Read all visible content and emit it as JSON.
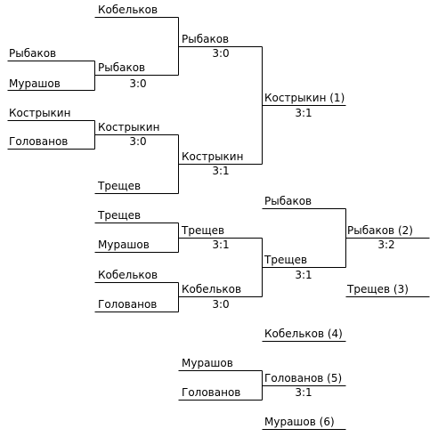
{
  "first_round": [
    {
      "player1": "Рыбаков",
      "player2": "Мурашов",
      "winner": "Рыбаков",
      "score": "3:0"
    },
    {
      "player1": "Кострыкин",
      "player2": "Голованов",
      "winner": "Кострыкин",
      "score": "3:0"
    }
  ],
  "semifinals": [
    {
      "player1": "Кобельков",
      "player2": "Рыбаков",
      "winner": "Рыбаков",
      "score": "3:0"
    },
    {
      "player1": "Кострыкин",
      "player2": "Трещев",
      "winner": "Кострыкин",
      "score": "3:1"
    }
  ],
  "final": {
    "player1": "Рыбаков",
    "player2": "Кострыкин",
    "winner": "Кострыкин (1)",
    "score": "3:1"
  },
  "consolation_round1": [
    {
      "player1": "Трещев",
      "player2": "Мурашов",
      "winner": "Трещев",
      "score": "3:1"
    },
    {
      "player1": "Кобельков",
      "player2": "Голованов",
      "winner": "Кобельков",
      "score": "3:0"
    }
  ],
  "consolation_round2": {
    "player1": "Трещев",
    "player2": "Кобельков",
    "winner": "Трещев",
    "score": "3:1"
  },
  "second_place_match": {
    "player1": "Рыбаков",
    "player2": "Трещев",
    "winner": "Рыбаков (2)",
    "score": "3:2"
  },
  "fifth_place_match": {
    "player1": "Мурашов",
    "player2": "Голованов",
    "winner": "Голованов (5)",
    "score": "3:1"
  },
  "placements": {
    "third": "Трещев (3)",
    "fourth": "Кобельков (4)",
    "sixth": "Мурашов (6)"
  }
}
